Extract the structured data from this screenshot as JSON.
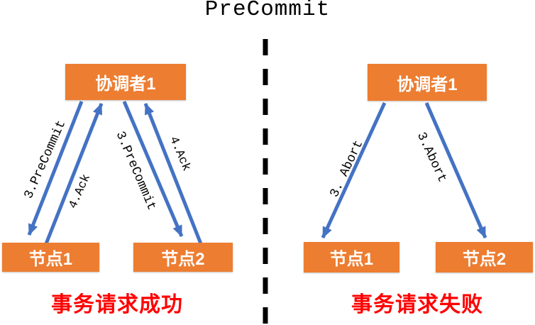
{
  "title": "PreCommit",
  "colors": {
    "box_orange": "#ED7D31",
    "arrow_blue": "#4472C4",
    "caption_red": "#FE0000",
    "divider_black": "#000000"
  },
  "left_panel": {
    "coordinator": "协调者1",
    "node1": "节点1",
    "node2": "节点2",
    "arrows": [
      {
        "label": "3.PreCommit",
        "direction": "coordinator-to-node1"
      },
      {
        "label": "4.Ack",
        "direction": "node1-to-coordinator"
      },
      {
        "label": "3.PreCommit",
        "direction": "coordinator-to-node2"
      },
      {
        "label": "4.Ack",
        "direction": "node2-to-coordinator"
      }
    ],
    "caption": "事务请求成功"
  },
  "right_panel": {
    "coordinator": "协调者1",
    "node1": "节点1",
    "node2": "节点2",
    "arrows": [
      {
        "label": "3. Abort",
        "direction": "coordinator-to-node1"
      },
      {
        "label": "3.Abort",
        "direction": "coordinator-to-node2"
      }
    ],
    "caption": "事务请求失败"
  }
}
